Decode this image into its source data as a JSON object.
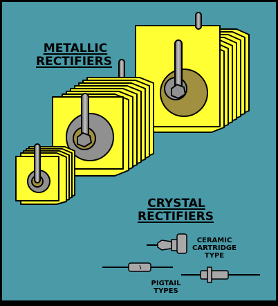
{
  "labels": {
    "metallic_line1": "METALLIC",
    "metallic_line2": "RECTIFIERS",
    "crystal_line1": "CRYSTAL",
    "crystal_line2": "RECTIFIERS",
    "ceramic_line1": "CERAMIC",
    "ceramic_line2": "CARTRIDGE",
    "ceramic_line3": "TYPE",
    "pigtail_line1": "PIGTAIL",
    "pigtail_line2": "TYPES"
  },
  "colors": {
    "background": "#4a9aa8",
    "plate": "#ffff33",
    "washer": "#a09040",
    "hub": "#909090",
    "outline": "#000000",
    "cartridge": "#a8a8a8"
  }
}
